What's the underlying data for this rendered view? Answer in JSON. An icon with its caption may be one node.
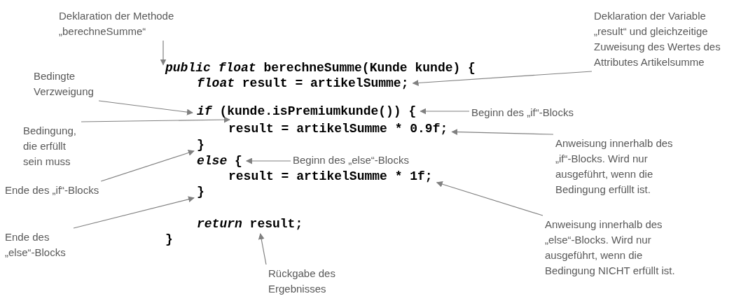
{
  "diagram": {
    "nodes": [
      {
        "text": [
          "Deklaration der Methode „berechneSumme“"
        ]
      },
      {
        "text": [
          "*public* *float* berechneSumme(Kunde kunde) {"
        ]
      },
      {
        "text": [
          "Deklaration der Variable „result“ und gleichzeitige Zuweisung des Wertes des Attributes Artikelsumme"
        ]
      },
      {
        "text": [
          "*float* result = **artikelSumme**;"
        ]
      },
      {
        "text": [
          "Bedingte Verzweigung"
        ]
      },
      {
        "text": [
          "*if* (kunde.isPremiumkunde()) {"
        ]
      },
      {
        "text": [
          "Beginn des „if“-Blocks"
        ]
      },
      {
        "text": [
          "Bedingung, die erfüllt sein muss"
        ]
      },
      {
        "text": [
          "result = **artikelSumme** * 0.9f;"
        ]
      },
      {
        "text": [
          "Anweisung innerhalb des „if“-Blocks. Wird nur ausgeführt, wenn die Bedingung erfüllt ist."
        ]
      },
      {
        "text": [
          "}"
        ]
      },
      {
        "text": [
          "Ende des „if“-Blocks"
        ]
      },
      {
        "text": [
          "*else* {"
        ]
      },
      {
        "text": [
          "Beginn des „else“-Blocks"
        ]
      },
      {
        "text": [
          "result = **artikelSumme** * 1f;"
        ]
      },
      {
        "text": [
          "Anweisung innerhalb des „else“-Blocks. Wird nur ausgeführt, wenn die Bedingung NICHT erfüllt ist."
        ]
      },
      {
        "text": [
          "}"
        ]
      },
      {
        "text": [
          "Ende des „else“-Blocks"
        ]
      },
      {
        "text": [
          "*return* result;"
        ]
      },
      {
        "text": [
          "Rückgabe des Ergebnisses"
        ]
      },
      {
        "text": [
          "}"
        ]
      }
    ],
    "edges": [
      {
        "from": 0,
        "to": 1,
        "arrow": "to"
      },
      {
        "from": 2,
        "to": 3,
        "arrow": "to"
      },
      {
        "from": 4,
        "to": 5,
        "arrow": "to"
      },
      {
        "from": 6,
        "to": 5,
        "arrow": "to"
      },
      {
        "from": 7,
        "to": 5,
        "arrow": "to"
      },
      {
        "from": 9,
        "to": 8,
        "arrow": "to"
      },
      {
        "from": 11,
        "to": 10,
        "arrow": "to"
      },
      {
        "from": 13,
        "to": 12,
        "arrow": "to"
      },
      {
        "from": 15,
        "to": 14,
        "arrow": "to"
      },
      {
        "from": 17,
        "to": 16,
        "arrow": "to"
      },
      {
        "from": 19,
        "to": 18,
        "arrow": "to"
      }
    ]
  }
}
